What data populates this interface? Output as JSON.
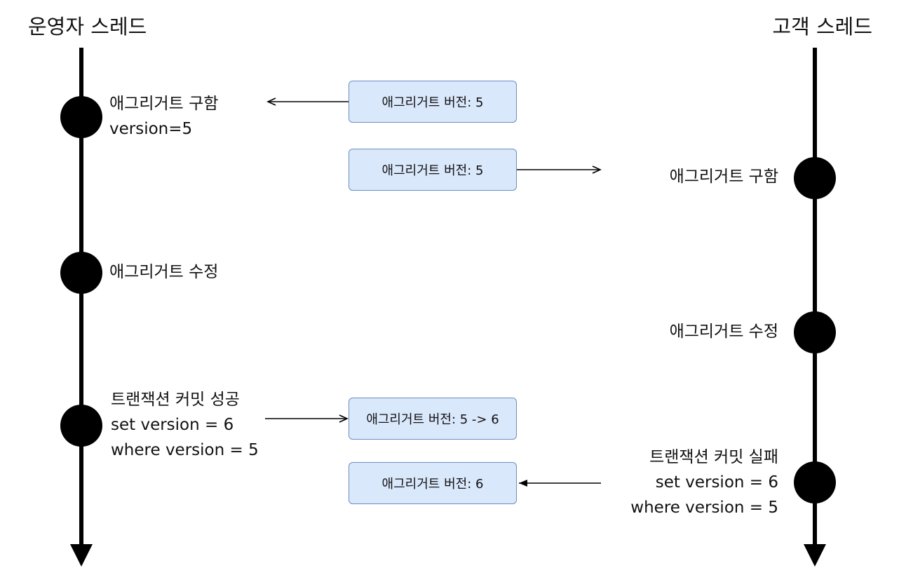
{
  "lanes": {
    "operator": {
      "title": "운영자 스레드"
    },
    "customer": {
      "title": "고객 스레드"
    }
  },
  "operator_events": [
    {
      "lines": [
        "애그리거트 구함",
        "version=5"
      ]
    },
    {
      "lines": [
        "애그리거트 수정"
      ]
    },
    {
      "lines": [
        "트랜잭션 커밋 성공",
        "set version = 6",
        "where version = 5"
      ]
    }
  ],
  "customer_events": [
    {
      "lines": [
        "애그리거트 구함"
      ]
    },
    {
      "lines": [
        "애그리거트 수정"
      ]
    },
    {
      "lines": [
        "트랜잭션 커밋 실패",
        "set version = 6",
        "where version = 5"
      ]
    }
  ],
  "messages": [
    {
      "text": "애그리거트 버전: 5"
    },
    {
      "text": "애그리거트 버전: 5"
    },
    {
      "text": "애그리거트 버전: 5 -> 6"
    },
    {
      "text": "애그리거트 버전: 6"
    }
  ],
  "colors": {
    "lifeline": "#000000",
    "box_fill": "#dae8fc",
    "box_border": "#6c8ebf"
  }
}
